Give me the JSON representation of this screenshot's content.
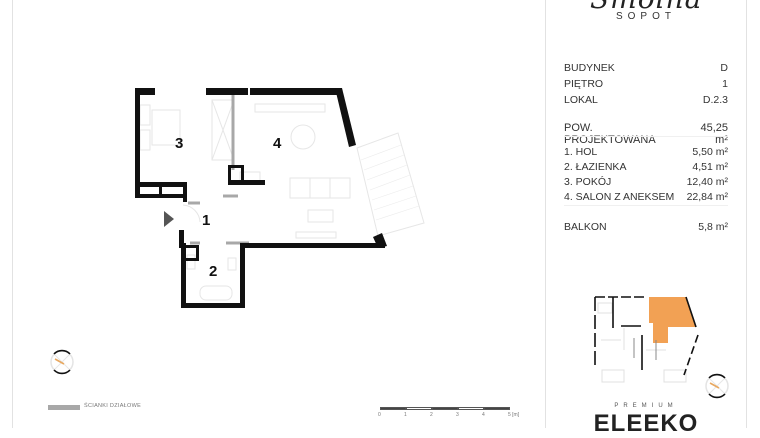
{
  "brand": {
    "script_name": "Smolna",
    "city": "SOPOT",
    "developer_tagline": "PREMIUM",
    "developer_logo": "ELEEKO"
  },
  "unit_info": {
    "building": {
      "label": "BUDYNEK",
      "value": "D"
    },
    "floor": {
      "label": "PIĘTRO",
      "value": "1"
    },
    "unit": {
      "label": "LOKAL",
      "value": "D.2.3"
    },
    "total_area": {
      "label": "POW. PROJEKTOWANA",
      "value": "45,25 m²"
    },
    "rooms": [
      {
        "label": "1. HOL",
        "value": "5,50 m²"
      },
      {
        "label": "2. ŁAZIENKA",
        "value": "4,51 m²"
      },
      {
        "label": "3. POKÓJ",
        "value": "12,40 m²"
      },
      {
        "label": "4. SALON Z ANEKSEM",
        "value": "22,84 m²"
      }
    ],
    "balcony": {
      "label": "BALKON",
      "value": "5,8 m²"
    }
  },
  "plan": {
    "room_numbers": [
      "1",
      "2",
      "3",
      "4"
    ],
    "entrance_icon": "entrance-arrow-icon",
    "compass_icon": "compass-icon"
  },
  "legend": {
    "partition_walls": "ŚCIANKI DZIAŁOWE"
  },
  "scale_bar": {
    "labels": [
      "0",
      "1",
      "2",
      "3",
      "4",
      "5 [m]"
    ]
  },
  "colors": {
    "highlight": "#f2a154",
    "wall": "#111111",
    "partition": "#a8a8a8",
    "compass_accent": "#e8a860"
  }
}
